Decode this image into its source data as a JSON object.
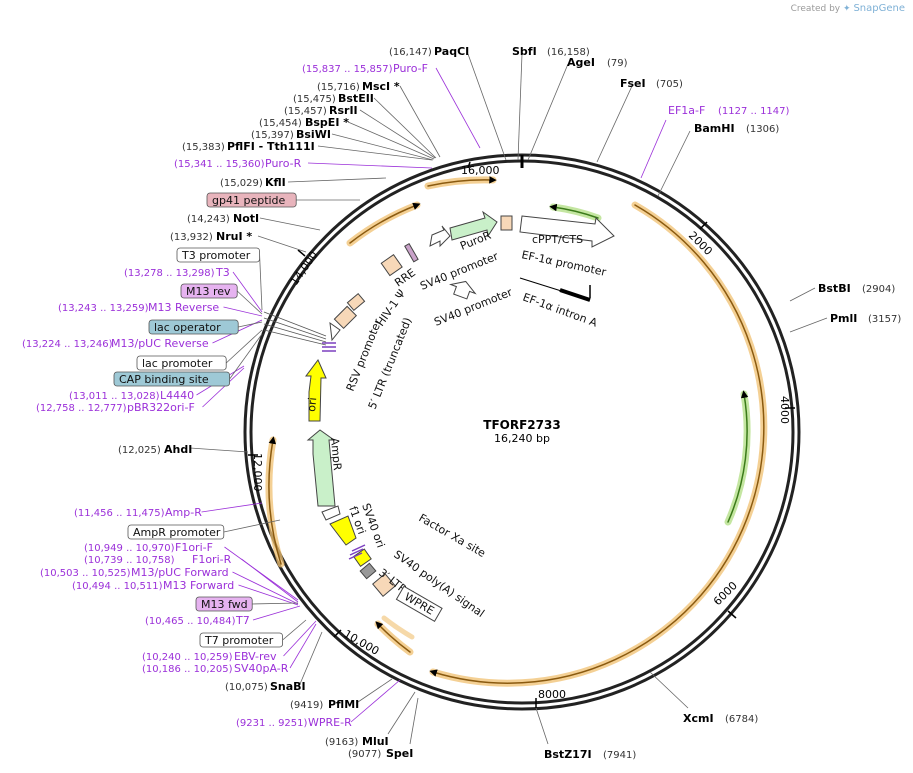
{
  "credit": {
    "prefix": "Created by",
    "brand": "SnapGene"
  },
  "plasmid": {
    "name": "TFORF2733",
    "length_label": "16,240 bp",
    "length": 16240
  },
  "ruler": [
    "16,000",
    "2000",
    "4000",
    "6000",
    "8000",
    "10,000",
    "12,000",
    "14,000"
  ],
  "colors": {
    "enzyme": "#000000",
    "primer": "#9b30d9",
    "orange_feature": "#f0a030",
    "green_feature": "#59a830"
  },
  "enzymes": [
    {
      "name": "PaqCI",
      "pos": "(16,147)"
    },
    {
      "name": "SbfI",
      "pos": "(16,158)"
    },
    {
      "name": "AgeI",
      "pos": "(79)"
    },
    {
      "name": "FseI",
      "pos": "(705)"
    },
    {
      "name": "BamHI",
      "pos": "(1306)"
    },
    {
      "name": "BstBI",
      "pos": "(2904)"
    },
    {
      "name": "PmlI",
      "pos": "(3157)"
    },
    {
      "name": "XcmI",
      "pos": "(6784)"
    },
    {
      "name": "BstZ17I",
      "pos": "(7941)"
    },
    {
      "name": "SpeI",
      "pos": "(9077)"
    },
    {
      "name": "MluI",
      "pos": "(9163)"
    },
    {
      "name": "PflMI",
      "pos": "(9419)"
    },
    {
      "name": "SnaBI",
      "pos": "(10,075)"
    },
    {
      "name": "AhdI",
      "pos": "(12,025)"
    },
    {
      "name": "NruI *",
      "pos": "(13,932)"
    },
    {
      "name": "NotI",
      "pos": "(14,243)"
    },
    {
      "name": "KflI",
      "pos": "(15,029)"
    },
    {
      "name": "PflFI - Tth111I",
      "pos": "(15,383)"
    },
    {
      "name": "BsiWI",
      "pos": "(15,397)"
    },
    {
      "name": "BspEI *",
      "pos": "(15,454)"
    },
    {
      "name": "RsrII",
      "pos": "(15,457)"
    },
    {
      "name": "BstEII",
      "pos": "(15,475)"
    },
    {
      "name": "MscI *",
      "pos": "(15,716)"
    }
  ],
  "primers": [
    {
      "name": "Puro-F",
      "range": "(15,837 .. 15,857)"
    },
    {
      "name": "Puro-R",
      "range": "(15,341 .. 15,360)"
    },
    {
      "name": "EF1a-F",
      "range": "(1127 .. 1147)"
    },
    {
      "name": "T3",
      "range": "(13,278 .. 13,298)"
    },
    {
      "name": "M13 Reverse",
      "range": "(13,243 .. 13,259)"
    },
    {
      "name": "M13/pUC Reverse",
      "range": "(13,224 .. 13,246)"
    },
    {
      "name": "L4440",
      "range": "(13,011 .. 13,028)"
    },
    {
      "name": "pBR322ori-F",
      "range": "(12,758 .. 12,777)"
    },
    {
      "name": "Amp-R",
      "range": "(11,456 .. 11,475)"
    },
    {
      "name": "F1ori-F",
      "range": "(10,949 .. 10,970)"
    },
    {
      "name": "F1ori-R",
      "range": "(10,739 .. 10,758)"
    },
    {
      "name": "M13/pUC Forward",
      "range": "(10,503 .. 10,525)"
    },
    {
      "name": "M13 Forward",
      "range": "(10,494 .. 10,511)"
    },
    {
      "name": "T7",
      "range": "(10,465 .. 10,484)"
    },
    {
      "name": "EBV-rev",
      "range": "(10,240 .. 10,259)"
    },
    {
      "name": "SV40pA-R",
      "range": "(10,186 .. 10,205)"
    },
    {
      "name": "WPRE-R",
      "range": "(9231 .. 9251)"
    }
  ],
  "boxed_labels": [
    {
      "text": "gp41 peptide",
      "fill": "#e8b4bc"
    },
    {
      "text": "T3 promoter",
      "fill": "#ffffff"
    },
    {
      "text": "M13 rev",
      "fill": "#e6b3f0"
    },
    {
      "text": "lac operator",
      "fill": "#9ec9d6"
    },
    {
      "text": "lac promoter",
      "fill": "#ffffff"
    },
    {
      "text": "CAP binding site",
      "fill": "#9ec9d6"
    },
    {
      "text": "AmpR promoter",
      "fill": "#ffffff"
    },
    {
      "text": "M13 fwd",
      "fill": "#e6b3f0"
    },
    {
      "text": "T7 promoter",
      "fill": "#ffffff"
    }
  ],
  "inner_features": [
    "cPPT/CTS",
    "PuroR",
    "SV40 promoter",
    "SV40 promoter",
    "EF-1α promoter",
    "EF-1α intron A",
    "RRE",
    "HIV-1 Ψ",
    "RSV promoter",
    "5′ LTR (truncated)",
    "ori",
    "AmpR",
    "SV40 ori",
    "f1 ori",
    "Factor Xa site",
    "SV40 poly(A) signal",
    "3′ LTR (ΔU3)",
    "WPRE"
  ]
}
